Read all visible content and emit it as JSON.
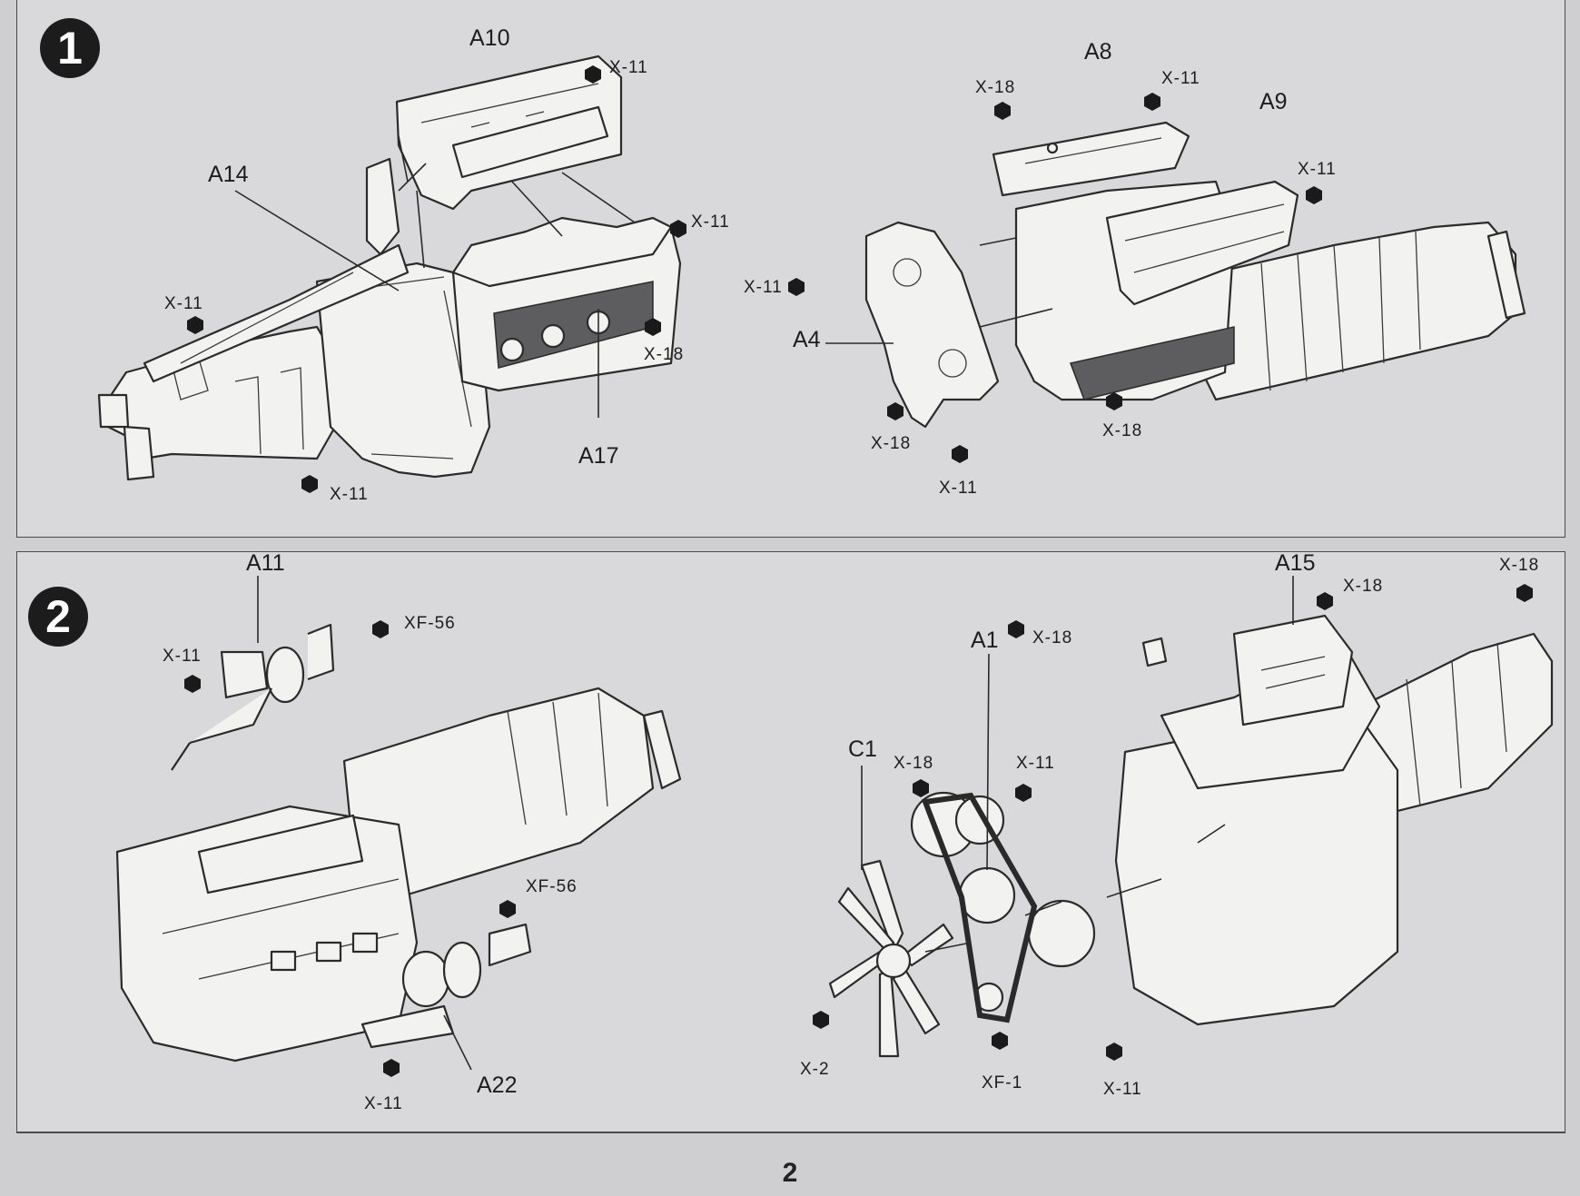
{
  "steps": [
    {
      "number": "1",
      "labels": {
        "a10": "A10",
        "a14": "A14",
        "a17": "A17",
        "a8": "A8",
        "a9": "A9",
        "a4": "A4"
      },
      "hardware": {
        "h1": "X-11",
        "h2": "X-11",
        "h3": "X-11",
        "h4": "X-18",
        "h5": "X-11",
        "h6": "X-18",
        "h7": "X-11",
        "h8": "X-11",
        "h9": "X-11",
        "h10": "X-18",
        "h11": "X-11",
        "h12": "X-18"
      }
    },
    {
      "number": "2",
      "labels": {
        "a11": "A11",
        "a22": "A22",
        "a15": "A15",
        "a1": "A1",
        "c1": "C1"
      },
      "hardware": {
        "h1": "XF-56",
        "h2": "X-11",
        "h3": "XF-56",
        "h4": "X-11",
        "h5": "X-18",
        "h6": "X-18",
        "h7": "X-18",
        "h8": "X-18",
        "h9": "X-11",
        "h10": "X-2",
        "h11": "XF-1",
        "h12": "X-11"
      }
    }
  ],
  "page_number": "2"
}
